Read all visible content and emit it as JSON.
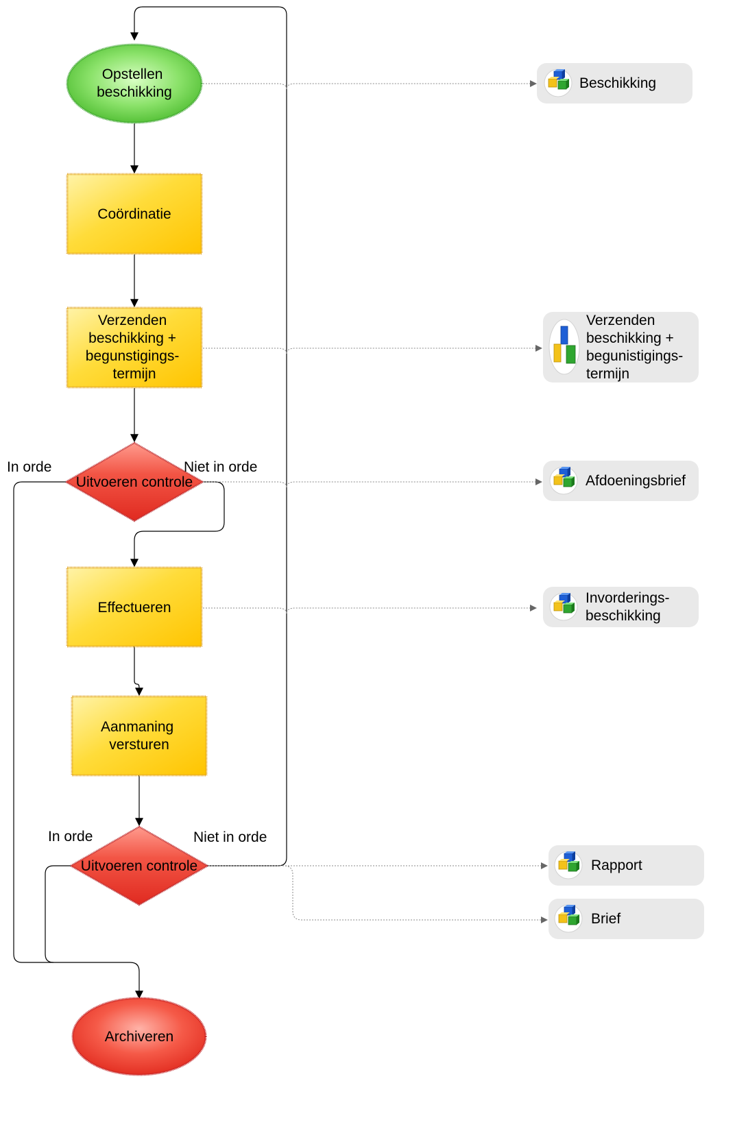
{
  "nodes": {
    "opstellen": {
      "lines": [
        "Opstellen",
        "beschikking"
      ]
    },
    "coordinatie": {
      "lines": [
        "Coördinatie"
      ]
    },
    "verzenden": {
      "lines": [
        "Verzenden",
        "beschikking +",
        "begunstigings-",
        "termijn"
      ]
    },
    "controle1": {
      "lines": [
        "Uitvoeren controle"
      ]
    },
    "effectueren": {
      "lines": [
        "Effectueren"
      ]
    },
    "aanmaning": {
      "lines": [
        "Aanmaning",
        "versturen"
      ]
    },
    "controle2": {
      "lines": [
        "Uitvoeren controle"
      ]
    },
    "archiveren": {
      "lines": [
        "Archiveren"
      ]
    }
  },
  "edge_labels": {
    "c1_in_orde": "In orde",
    "c1_niet_in_orde": "Niet in orde",
    "c2_in_orde": "In orde",
    "c2_niet_in_orde": "Niet in orde"
  },
  "documents": {
    "beschikking": {
      "lines": [
        "Beschikking"
      ],
      "icon": "document-cubes-icon"
    },
    "verzenden": {
      "lines": [
        "Verzenden",
        "beschikking +",
        "begunistigings-",
        "termijn"
      ],
      "icon": "document-cubes-icon"
    },
    "afdoeningsbrief": {
      "lines": [
        "Afdoeningsbrief"
      ],
      "icon": "document-cubes-icon"
    },
    "invorderings": {
      "lines": [
        "Invorderings-",
        "beschikking"
      ],
      "icon": "document-cubes-icon"
    },
    "rapport": {
      "lines": [
        "Rapport"
      ],
      "icon": "document-cubes-icon"
    },
    "brief": {
      "lines": [
        "Brief"
      ],
      "icon": "document-cubes-icon"
    }
  },
  "colors": {
    "start_fill": "#7ed957",
    "start_stroke": "#3aa62c",
    "task_fill": "#ffd21f",
    "task_stroke": "#e3a92a",
    "decision_fill": "#ee4b3b",
    "decision_stroke": "#b8262c",
    "end_fill": "#f0402f",
    "doc_fill": "#e9e9e9"
  }
}
